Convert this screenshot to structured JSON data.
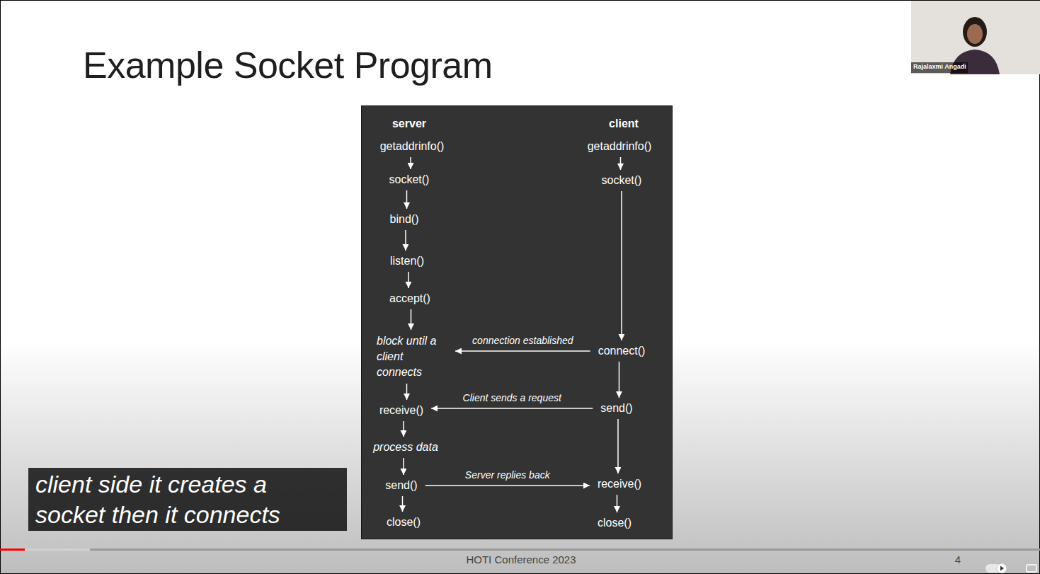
{
  "diagram": {
    "title": "Example Socket Program",
    "nodes": [
      {
        "text": [
          "server",
          "client"
        ]
      },
      {
        "text": [
          "getaddrinfo()"
        ],
        "in": 0
      },
      {
        "text": [
          "socket()"
        ],
        "in": 0
      },
      {
        "text": [
          "bind()"
        ],
        "in": 0
      },
      {
        "text": [
          "listen()"
        ],
        "in": 0
      },
      {
        "text": [
          "accept()"
        ],
        "in": 0
      },
      {
        "text": [
          "block until a client connects"
        ],
        "in": 0
      },
      {
        "text": [
          "receive()"
        ],
        "in": 0
      },
      {
        "text": [
          "process data"
        ],
        "in": 0
      },
      {
        "text": [
          "send()"
        ],
        "in": 0
      },
      {
        "text": [
          "close()"
        ],
        "in": 0
      },
      {
        "text": [
          "getaddrinfo()"
        ],
        "in": 0
      },
      {
        "text": [
          "socket()"
        ],
        "in": 0
      },
      {
        "text": [
          "connect()"
        ],
        "in": 0
      },
      {
        "text": [
          "send()"
        ],
        "in": 0
      },
      {
        "text": [
          "receive()"
        ],
        "in": 0
      },
      {
        "text": [
          "close()"
        ],
        "in": 0
      }
    ],
    "edges": [
      {
        "from": 1,
        "to": 2,
        "arrow": "to"
      },
      {
        "from": 2,
        "to": 3,
        "arrow": "to"
      },
      {
        "from": 3,
        "to": 4,
        "arrow": "to"
      },
      {
        "from": 4,
        "to": 5,
        "arrow": "to"
      },
      {
        "from": 5,
        "to": 6,
        "arrow": "to"
      },
      {
        "from": 13,
        "to": 6,
        "label": "connection established",
        "arrow": "to"
      },
      {
        "from": 6,
        "to": 7,
        "arrow": "to"
      },
      {
        "from": 14,
        "to": 7,
        "label": "Client sends a request",
        "arrow": "to"
      },
      {
        "from": 7,
        "to": 8,
        "arrow": "to"
      },
      {
        "from": 8,
        "to": 9,
        "arrow": "to"
      },
      {
        "from": 9,
        "to": 15,
        "label": "Server replies back",
        "arrow": "to"
      },
      {
        "from": 9,
        "to": 10,
        "arrow": "to"
      },
      {
        "from": 11,
        "to": 12,
        "arrow": "to"
      },
      {
        "from": 12,
        "to": 13,
        "arrow": "to"
      },
      {
        "from": 13,
        "to": 14,
        "arrow": "to"
      },
      {
        "from": 14,
        "to": 15,
        "arrow": "to"
      },
      {
        "from": 15,
        "to": 16,
        "arrow": "to"
      }
    ],
    "labels": [
      "client side it creates a socket then it connects",
      "HOTI Conference 2023",
      "4",
      "Rajalaxmi Angadi"
    ]
  }
}
